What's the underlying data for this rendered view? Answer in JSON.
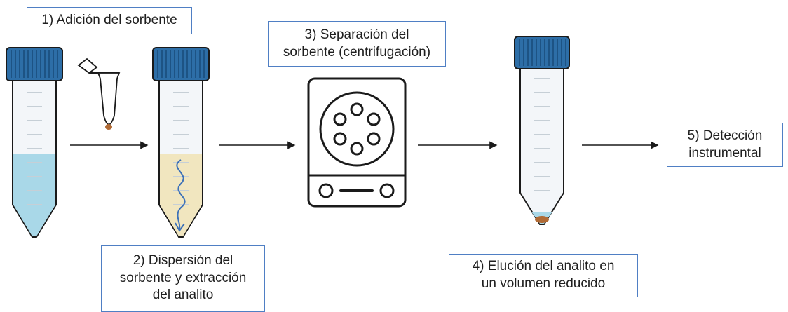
{
  "steps": [
    {
      "lines": [
        "1) Adición del sorbente"
      ]
    },
    {
      "lines": [
        "2) Dispersión del",
        "sorbente y extracción",
        "del analito"
      ]
    },
    {
      "lines": [
        "3) Separación del",
        "sorbente (centrifugación)"
      ]
    },
    {
      "lines": [
        "4) Elución del analito en",
        "un volumen reducido"
      ]
    },
    {
      "lines": [
        "5) Detección",
        "instrumental"
      ]
    }
  ],
  "colors": {
    "box_border": "#4f7fc4",
    "cap": "#2d6ea7",
    "liquid_initial": "#a9d8e8",
    "liquid_extraction": "#f1e6bf",
    "sorbent": "#b06a35",
    "swirl": "#3e72b8",
    "ink": "#1a1a1a"
  },
  "icons": [
    "falcon-tube-icon",
    "eppendorf-tube-icon",
    "centrifuge-icon",
    "arrow-right-icon"
  ]
}
